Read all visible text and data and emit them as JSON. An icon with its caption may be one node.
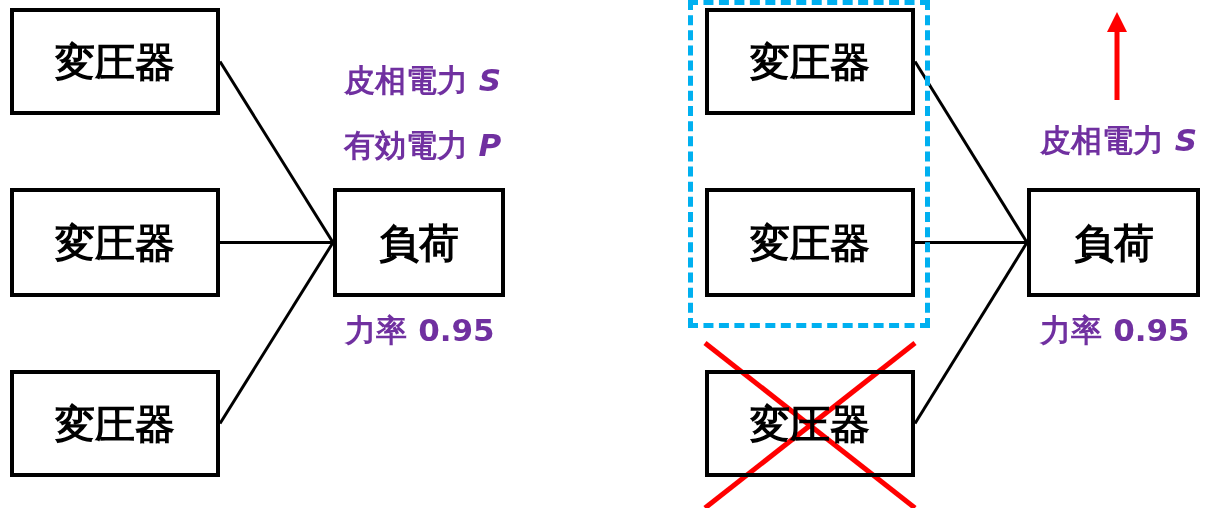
{
  "diagram": {
    "nodes": [
      {
        "text": [
          "変圧器"
        ]
      },
      {
        "text": [
          "変圧器"
        ]
      },
      {
        "text": [
          "変圧器"
        ]
      },
      {
        "text": [
          "負荷"
        ],
        "beside": [
          "皮相電力 *S*",
          "有効電力 *P*",
          "力率 0.95"
        ]
      },
      {
        "text": [],
        "shape": "box"
      },
      {
        "text": [
          "変圧器"
        ],
        "in": 4
      },
      {
        "text": [
          "変圧器"
        ],
        "in": 4
      },
      {
        "text": [
          "変圧器"
        ]
      },
      {
        "text": [
          "負荷"
        ],
        "beside": [
          "皮相電力 *S*",
          "力率 0.95"
        ]
      }
    ],
    "edges": [
      {
        "from": 0,
        "to": 3,
        "arrow": "none"
      },
      {
        "from": 1,
        "to": 3,
        "arrow": "none"
      },
      {
        "from": 2,
        "to": 3,
        "arrow": "none"
      },
      {
        "from": 5,
        "to": 8,
        "arrow": "none"
      },
      {
        "from": 6,
        "to": 8,
        "arrow": "none"
      },
      {
        "from": 7,
        "to": 8,
        "arrow": "none"
      }
    ]
  }
}
